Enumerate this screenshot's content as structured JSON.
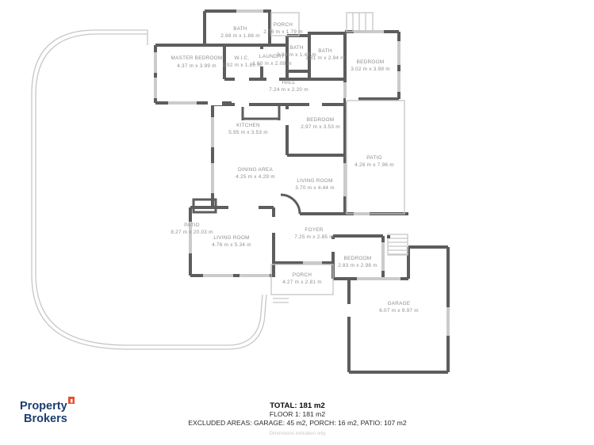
{
  "rooms": [
    {
      "name": "BATH",
      "dims": "2.98 m x 1.88 m"
    },
    {
      "name": "PORCH",
      "dims": "2.76 m x 1.79 m"
    },
    {
      "name": "BATH",
      "dims": "0.94 m x 1.47 m"
    },
    {
      "name": "BATH",
      "dims": "2.81 m x 2.94 m"
    },
    {
      "name": "BEDROOM",
      "dims": "3.02 m x 3.99 m"
    },
    {
      "name": "MASTER BEDROOM",
      "dims": "4.37 m x 3.99 m"
    },
    {
      "name": "W.I.C.",
      "dims": "1.92 m x 1.85 m"
    },
    {
      "name": "LAUNDRY",
      "dims": "1.60 m x 2.09 m"
    },
    {
      "name": "HALL",
      "dims": "7.24 m x 2.20 m"
    },
    {
      "name": "KITCHEN",
      "dims": "5.95 m x 3.53 m"
    },
    {
      "name": "BEDROOM",
      "dims": "2.97 m x 3.53 m"
    },
    {
      "name": "PATIO",
      "dims": "4.26 m x 7.96 m"
    },
    {
      "name": "DINING AREA",
      "dims": "4.25 m x 4.29 m"
    },
    {
      "name": "LIVING ROOM",
      "dims": "3.70 m x 4.44 m"
    },
    {
      "name": "PATIO",
      "dims": "8.27 m x 20.03 m"
    },
    {
      "name": "LIVING ROOM",
      "dims": "4.76 m x 5.34 m"
    },
    {
      "name": "FOYER",
      "dims": "7.25 m x 2.85 m"
    },
    {
      "name": "BEDROOM",
      "dims": "2.83 m x 2.98 m"
    },
    {
      "name": "PORCH",
      "dims": "4.27 m x 2.81 m"
    },
    {
      "name": "GARAGE",
      "dims": "6.07 m x 9.97 m"
    }
  ],
  "summary": {
    "total": "TOTAL: 181 m2",
    "floor": "FLOOR 1: 181 m2",
    "excluded": "EXCLUDED AREAS: GARAGE: 45 m2, PORCH: 16 m2, PATIO: 107 m2",
    "disclaimer": "Dimensions indication only"
  },
  "logo": {
    "line1": "Property",
    "line2": "Brokers"
  },
  "colors": {
    "wall": "#5d5d5d",
    "window": "#cbcbcb",
    "patio_outline": "#c6c6c6",
    "label": "#8f8f8f",
    "logo_navy": "#1b3e70",
    "logo_orange": "#e8502e"
  }
}
